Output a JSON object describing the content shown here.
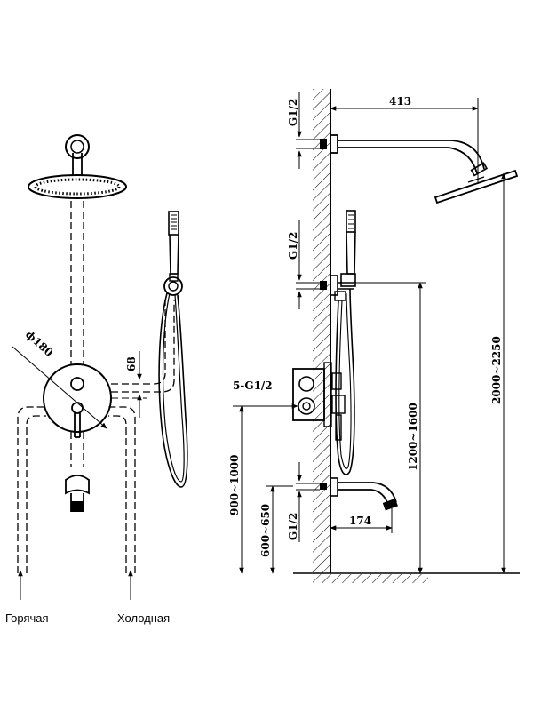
{
  "front_view": {
    "diameter_label": "ϕ180",
    "offset_label": "68",
    "hot_label": "Горячая",
    "cold_label": "Холодная"
  },
  "side_view": {
    "arm_length": "413",
    "arm_thread": "G1/2",
    "outlet_thread": "G1/2",
    "mixer_ports": "5-G1/2",
    "spout_thread": "G1/2",
    "spout_height": "600~650",
    "mixer_height": "900~1000",
    "outlet_height": "1200~1600",
    "head_height": "2000~2250",
    "spout_length": "174"
  }
}
